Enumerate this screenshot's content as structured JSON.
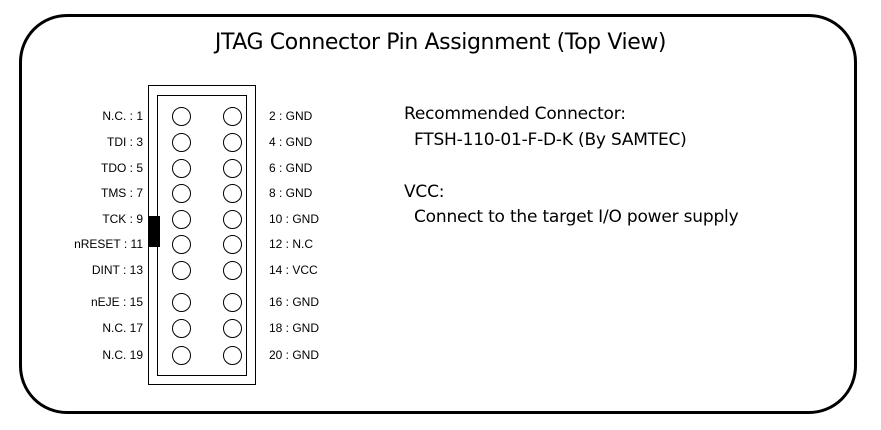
{
  "title": "JTAG Connector Pin Assignment (Top View)",
  "connector": {
    "left_labels": [
      "N.C. :  1",
      "TDI :  3",
      "TDO :  5",
      "TMS :  7",
      "TCK :  9",
      "nRESET : 11",
      "DINT : 13",
      "nEJE : 15",
      "N.C.  17",
      "N.C.  19"
    ],
    "right_labels": [
      "2  : GND",
      "4  : GND",
      "6  : GND",
      "8  : GND",
      "10  : GND",
      "12  : N.C",
      "14  : VCC",
      "16  : GND",
      "18  : GND",
      "20  : GND"
    ]
  },
  "info": {
    "recommended_heading": "Recommended  Connector:",
    "recommended_value": "FTSH-110-01-F-D-K (By SAMTEC)",
    "vcc_heading": "VCC:",
    "vcc_value": "Connect to the target I/O power supply"
  }
}
